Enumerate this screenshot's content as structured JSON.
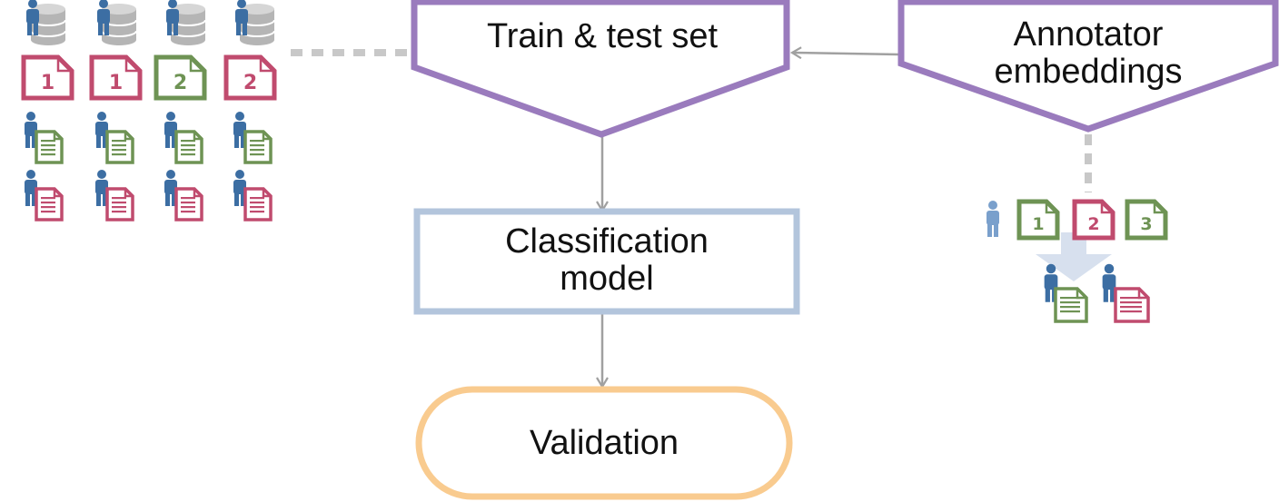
{
  "diagram": {
    "nodes": {
      "train_test": {
        "label": "Train & test set"
      },
      "annotator_embeddings": {
        "label_line1": "Annotator",
        "label_line2": "embeddings"
      },
      "classification_model": {
        "label_line1": "Classification",
        "label_line2": "model"
      },
      "validation": {
        "label": "Validation"
      }
    },
    "doc_numbers": {
      "top_row": [
        "1",
        "1",
        "2",
        "2"
      ],
      "right_group": [
        "1",
        "2",
        "3"
      ]
    }
  },
  "colors": {
    "purple": "#9a7bbd",
    "blue_box": "#b3c5dc",
    "orange": "#f9cb8f",
    "person_blue": "#3c6ea3",
    "person_light": "#7aa0cc",
    "doc_red": "#c04b6e",
    "doc_green": "#6e9354",
    "arrow_gray": "#a0a0a0",
    "dotted_gray": "#c8c8c8",
    "big_arrow": "#d7e0ee",
    "db_gray": "#b5b5b5"
  },
  "icons": [
    "person-icon",
    "database-icon",
    "document-icon"
  ]
}
